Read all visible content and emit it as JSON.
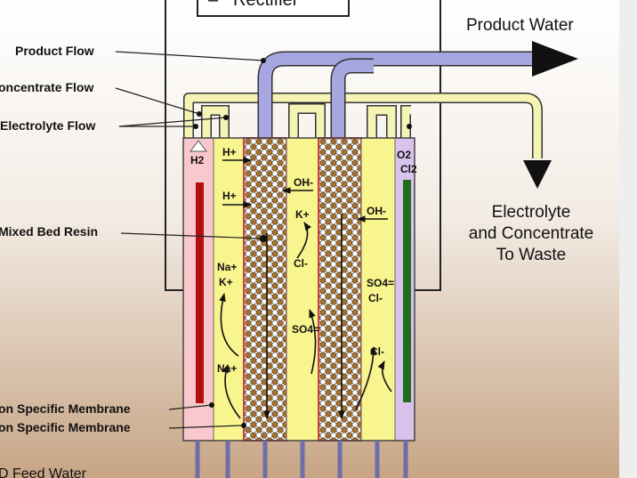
{
  "rectifier_label": "Rectifier",
  "rectifier_prefix": "–",
  "outputs": {
    "product_water": "Product Water",
    "waste_line1": "Electrolyte",
    "waste_line2": "and Concentrate",
    "waste_line3": "To Waste"
  },
  "left_labels": {
    "product_flow": "Product Flow",
    "concentrate_flow": "oncentrate Flow",
    "electrolyte_flow": "Electrolyte Flow",
    "mixed_bed_resin": "Mixed Bed Resin",
    "membrane_1": "on Specific Membrane",
    "membrane_2": "on Specific Membrane",
    "feed_water": "D Feed Water"
  },
  "electrodes": {
    "cathode_gas": "H2",
    "anode_gas_1": "O2",
    "anode_gas_2": "Cl2"
  },
  "ions": {
    "h_plus_1": "H+",
    "h_plus_2": "H+",
    "oh_minus_1": "OH-",
    "oh_minus_2": "OH-",
    "k_plus_1": "K+",
    "na_plus_1": "Na+",
    "k_plus_2": "K+",
    "na_plus_2": "Na+",
    "cl_minus_1": "Cl-",
    "cl_minus_2": "Cl-",
    "cl_minus_3": "Cl-",
    "so4_1": "SO4=",
    "so4_2": "SO4="
  },
  "colors": {
    "pipe_blue": "#a6a6e0",
    "pipe_yellow": "#f6f4b4",
    "concentrate_cell": "#f8f48e",
    "anode_cell": "#d9c3ec",
    "cathode_cell": "#f8c8cc",
    "cathode_bar": "#b01010",
    "anode_bar": "#1e6e1e",
    "resin_brown": "#a8702c",
    "bg_top": "#ffffff",
    "bg_bottom": "#c9a98a"
  }
}
